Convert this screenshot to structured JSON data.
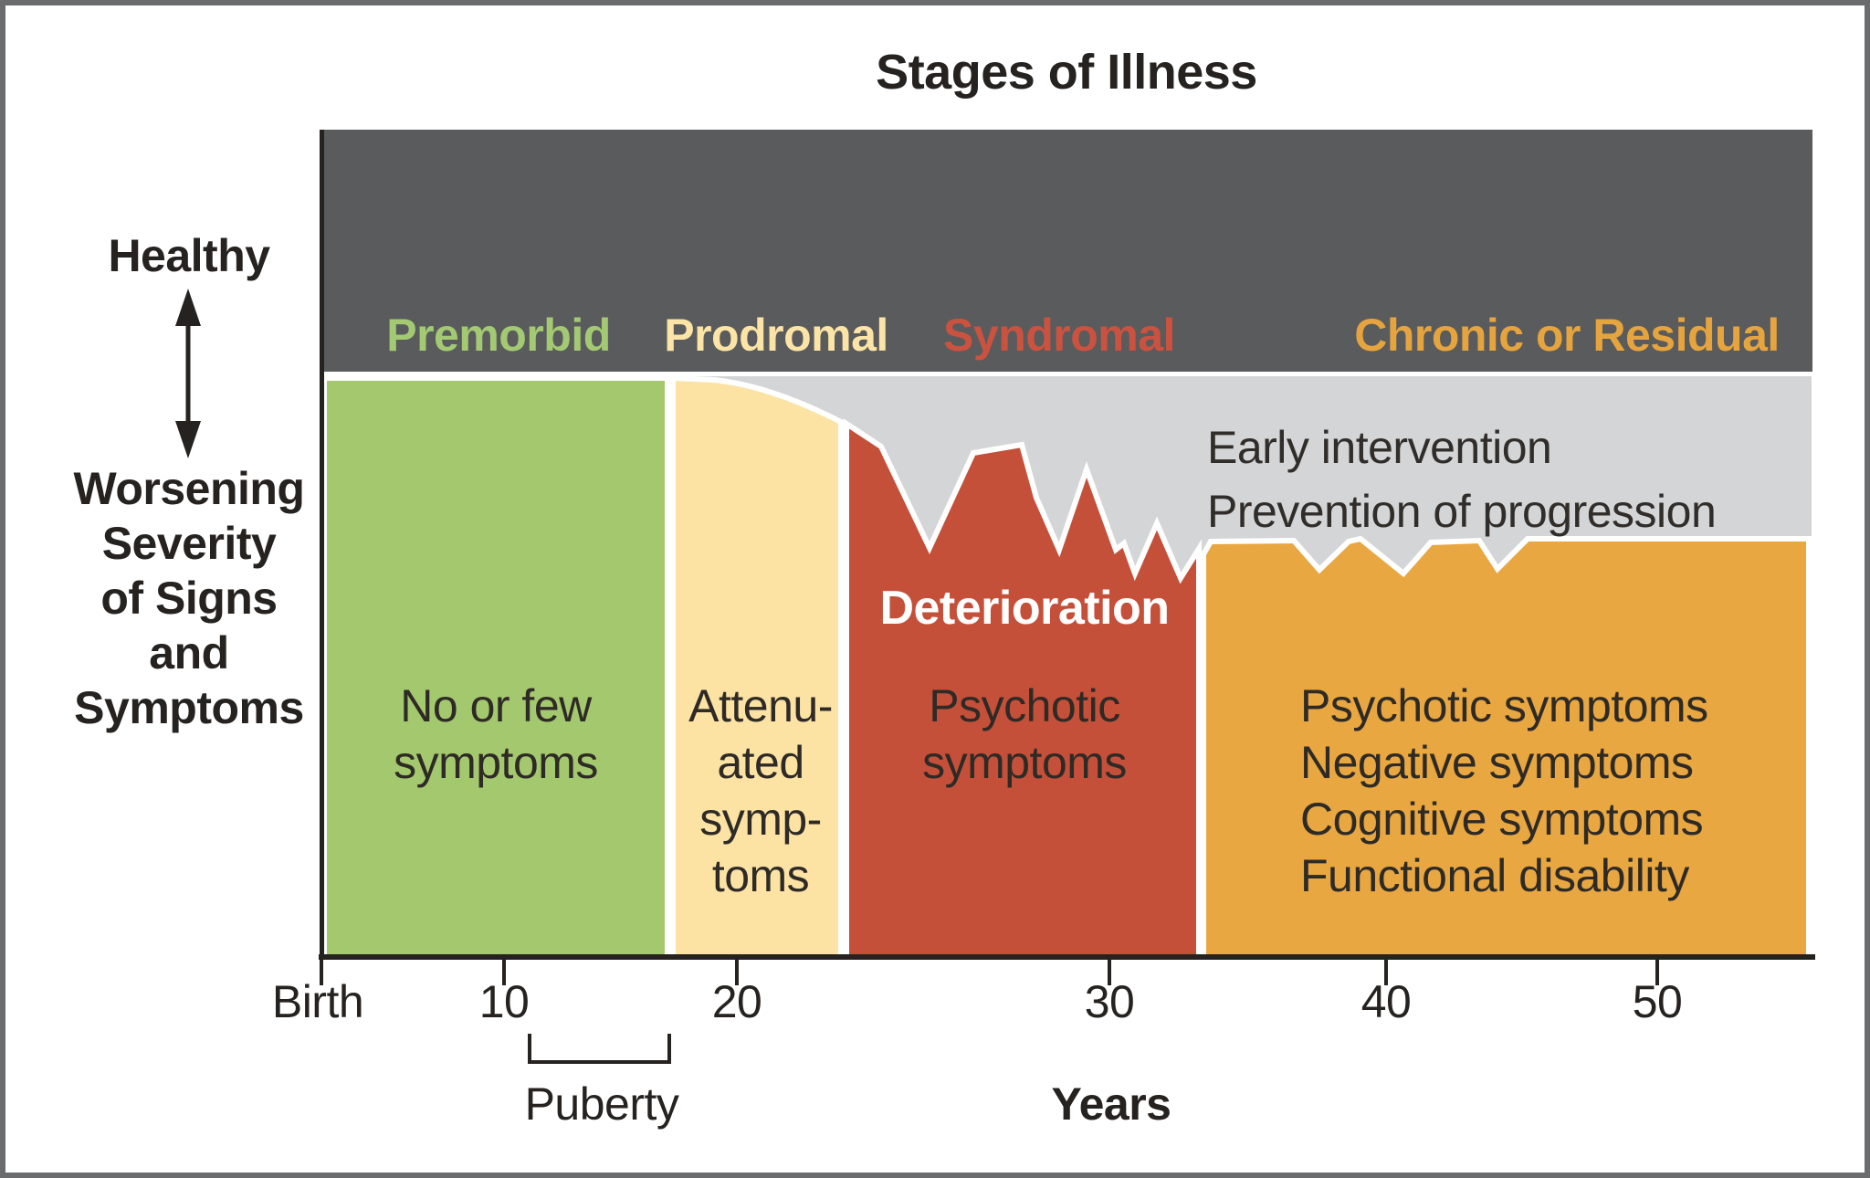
{
  "title": "Stages of Illness",
  "colors": {
    "frame": "#6b6c6e",
    "band": "#5a5b5d",
    "gray_area": "#d4d5d6",
    "green": "#a4c86d",
    "cream": "#fce3a4",
    "red": "#c5503a",
    "orange": "#e8a741",
    "label_green": "#a4c973",
    "label_cream": "#fce4a6",
    "label_red": "#cc5240",
    "label_orange": "#e6a43e",
    "ink": "#26221f",
    "white": "#ffffff"
  },
  "y_axis": {
    "healthy": "Healthy",
    "worsening_lines": [
      "Worsening",
      "Severity",
      "of Signs",
      "and",
      "Symptoms"
    ]
  },
  "band": {
    "labels": [
      "Premorbid",
      "Prodromal",
      "Syndromal",
      "Chronic or Residual"
    ]
  },
  "regions": {
    "premorbid": {
      "lines": [
        "No or few",
        "symptoms"
      ]
    },
    "prodromal": {
      "lines": [
        "Attenu-",
        "ated",
        "symp-",
        "toms"
      ]
    },
    "syndromal": {
      "heading": "Deterioration",
      "lines": [
        "Psychotic",
        "symptoms"
      ]
    },
    "chronic": {
      "lines": [
        "Psychotic symptoms",
        "Negative symptoms",
        "Cognitive symptoms",
        "Functional disability"
      ]
    }
  },
  "gray_area": {
    "lines": [
      "Early intervention",
      "Prevention of progression"
    ]
  },
  "x_axis": {
    "tick_labels": [
      "Birth",
      "10",
      "20",
      "30",
      "40",
      "50"
    ],
    "axis_label": "Years",
    "bracket_label": "Puberty"
  }
}
